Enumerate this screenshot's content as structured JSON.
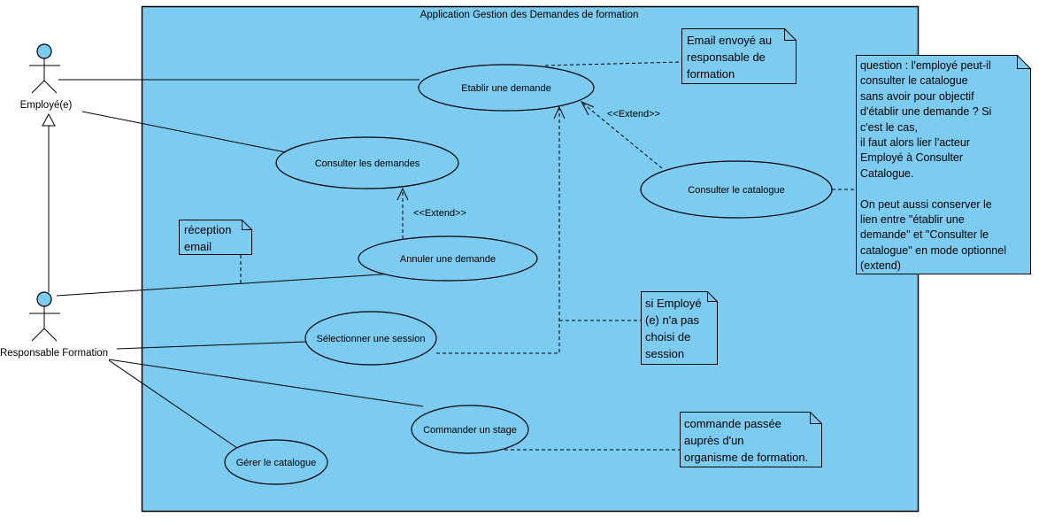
{
  "system": {
    "title": "Application Gestion des Demandes de formation"
  },
  "actors": {
    "employee": {
      "label": "Employé(e)"
    },
    "manager": {
      "label": "Responsable Formation"
    }
  },
  "use_cases": {
    "etablir": {
      "label": "Etablir une demande"
    },
    "consulter_demandes": {
      "label": "Consulter les demandes"
    },
    "annuler": {
      "label": "Annuler une demande"
    },
    "consulter_catalogue": {
      "label": "Consulter le catalogue"
    },
    "selectionner": {
      "label": "Sélectionner une session"
    },
    "commander": {
      "label": "Commander un stage"
    },
    "gerer": {
      "label": "Gérer le catalogue"
    }
  },
  "stereotypes": {
    "extend_demandes": "<<Extend>>",
    "extend_catalogue": "<<Extend>>"
  },
  "notes": {
    "email": {
      "text": "Email envoyé au\nresponsable de\nformation"
    },
    "reception": {
      "text": "réception\nemail"
    },
    "session": {
      "text": "si Employé\n(e) n'a pas\nchoisi de\nsession"
    },
    "commande": {
      "text": "commande passée\nauprès d'un\norganisme de formation."
    },
    "question": {
      "text": "question : l'employé peut-il\nconsulter le catalogue\nsans avoir pour objectif\nd'établir une demande ? Si\nc'est le cas,\nil faut alors lier l'acteur\nEmployé à Consulter\nCatalogue.\n\nOn peut aussi conserver le\nlien entre \"établir une\ndemande\" et \"Consulter le\ncatalogue\" en mode optionnel\n(extend)"
    }
  },
  "colors": {
    "shape_fill": "#7CCBF0",
    "stroke": "#000000",
    "canvas": "#FFFFFF"
  }
}
